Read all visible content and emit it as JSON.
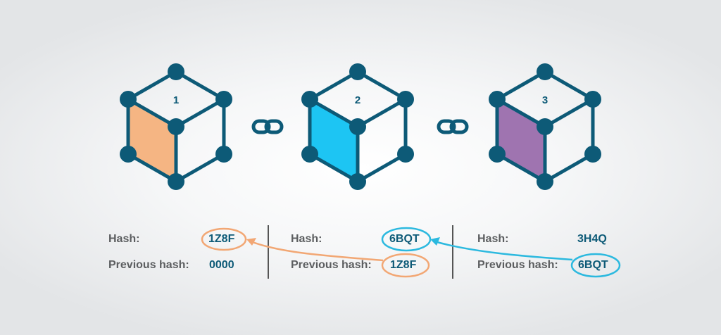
{
  "colors": {
    "frame": "#0d5a77",
    "block1_face": "#f5b583",
    "block2_face": "#1dc5f3",
    "block3_face": "#9f74b0",
    "arrow_orange": "#f2a774",
    "arrow_blue": "#2cb9df",
    "label_gray": "#5c5e60",
    "value_blue": "#0d5a77",
    "divider": "#555555"
  },
  "blocks": [
    {
      "number": "1",
      "hash_label": "Hash:",
      "hash": "1Z8F",
      "prev_label": "Previous hash:",
      "prev_hash": "0000"
    },
    {
      "number": "2",
      "hash_label": "Hash:",
      "hash": "6BQT",
      "prev_label": "Previous hash:",
      "prev_hash": "1Z8F"
    },
    {
      "number": "3",
      "hash_label": "Hash:",
      "hash": "3H4Q",
      "prev_label": "Previous hash:",
      "prev_hash": "6BQT"
    }
  ],
  "icons": [
    "cube-icon",
    "chain-link-icon",
    "arrow-icon"
  ]
}
